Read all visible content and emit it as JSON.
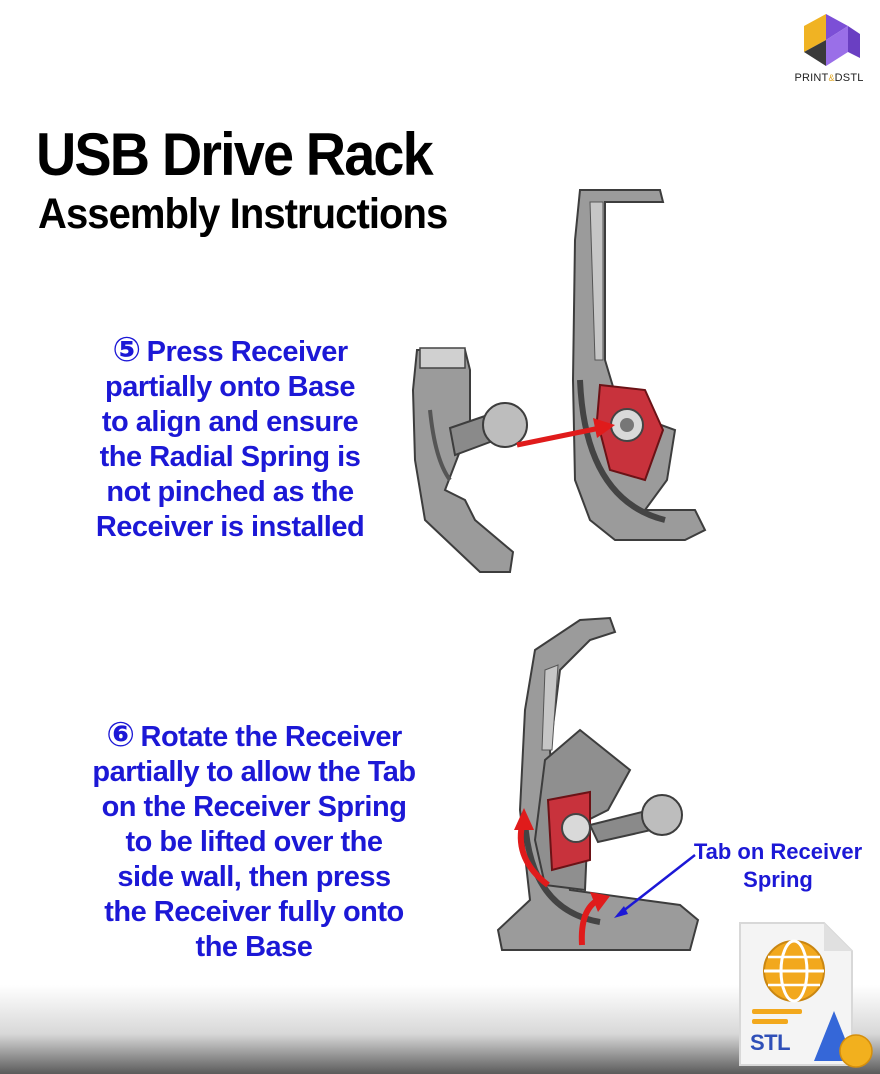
{
  "logo": {
    "text_left": "PRINT",
    "text_amp": "&",
    "text_right": "DSTL"
  },
  "header": {
    "title": "USB Drive Rack",
    "subtitle": "Assembly Instructions"
  },
  "steps": [
    {
      "number": "⑤",
      "lines": [
        "Press Receiver",
        "partially onto Base",
        "to align and ensure",
        "the Radial Spring is",
        "not pinched as the",
        "Receiver is installed"
      ]
    },
    {
      "number": "⑥",
      "lines": [
        "Rotate the Receiver",
        "partially to allow the Tab",
        "on the Receiver Spring",
        "to be lifted over the",
        "side wall, then press",
        "the Receiver fully onto",
        "the Base"
      ]
    }
  ],
  "callout": {
    "line1": "Tab on Receiver",
    "line2": "Spring"
  },
  "badge": {
    "label": "STL",
    "icon": "stl-file-icon"
  },
  "colors": {
    "text_blue": "#1c18d6",
    "arrow_red": "#e01b1b",
    "part_gray": "#8a8a8a",
    "spring_red": "#c8323c"
  }
}
